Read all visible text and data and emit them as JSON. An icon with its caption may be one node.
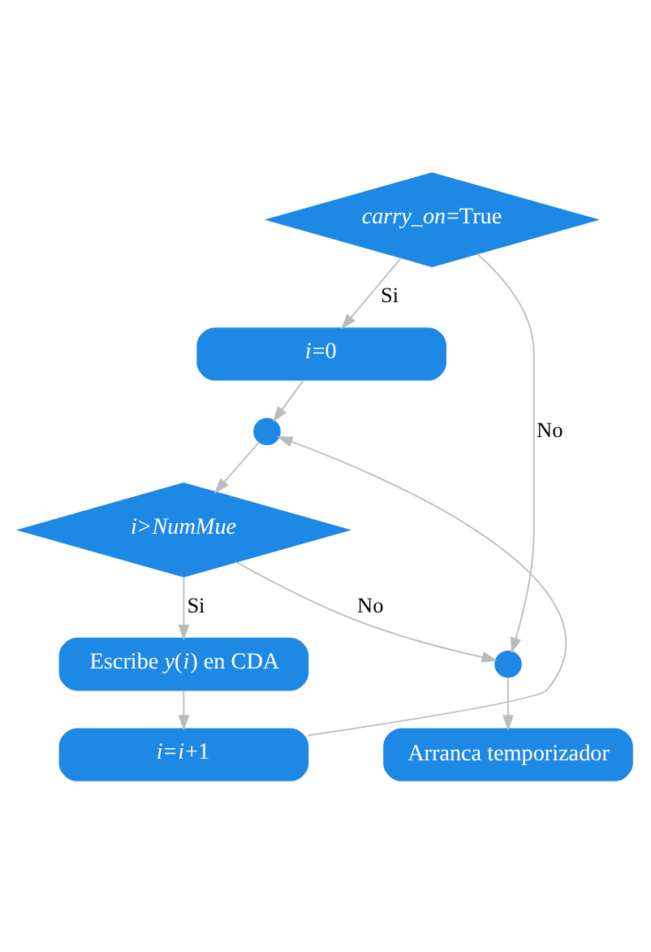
{
  "diagram": {
    "nodes": [
      {
        "text": [
          "*carry_on*=True"
        ]
      },
      {
        "text": [
          "*i*=0"
        ]
      },
      {
        "text": [],
        "shape": "circle"
      },
      {
        "text": [
          "*i*>*NumMue*"
        ]
      },
      {
        "text": [
          "Escribe *y*(*i*) en CDA"
        ]
      },
      {
        "text": [
          "*i*=*i*+1"
        ]
      },
      {
        "text": [],
        "shape": "circle"
      },
      {
        "text": [
          "Arranca temporizador"
        ]
      }
    ],
    "edges": [
      {
        "from": 0,
        "to": 1,
        "arrow": "to",
        "label": "Si"
      },
      {
        "from": 1,
        "to": 2,
        "arrow": "to"
      },
      {
        "from": 2,
        "to": 3,
        "arrow": "to"
      },
      {
        "from": 3,
        "to": 4,
        "arrow": "to",
        "label": "Si"
      },
      {
        "from": 4,
        "to": 5,
        "arrow": "to"
      },
      {
        "from": 5,
        "to": 2,
        "arrow": "to"
      },
      {
        "from": 3,
        "to": 6,
        "arrow": "to",
        "label": "No"
      },
      {
        "from": 0,
        "to": 6,
        "arrow": "to",
        "label": "No"
      },
      {
        "from": 6,
        "to": 7,
        "arrow": "to"
      }
    ]
  }
}
